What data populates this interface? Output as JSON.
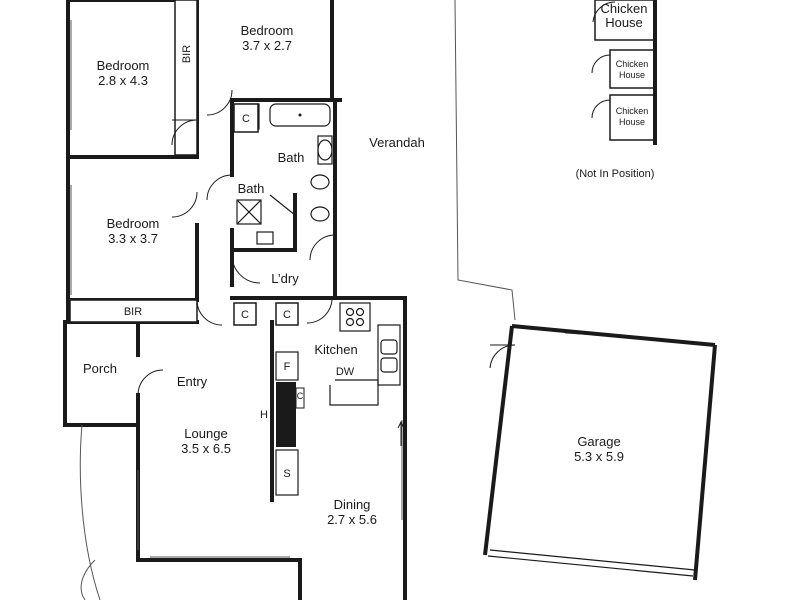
{
  "rooms": {
    "bedroom1": {
      "name": "Bedroom",
      "dims": "2.8 x 4.3"
    },
    "bedroom2": {
      "name": "Bedroom",
      "dims": "3.7 x 2.7"
    },
    "bedroom3": {
      "name": "Bedroom",
      "dims": "3.3 x 3.7"
    },
    "bath_main": {
      "name": "Bath"
    },
    "bath_small": {
      "name": "Bath"
    },
    "laundry": {
      "name": "L’dry"
    },
    "verandah": {
      "name": "Verandah"
    },
    "kitchen": {
      "name": "Kitchen"
    },
    "porch": {
      "name": "Porch"
    },
    "entry": {
      "name": "Entry"
    },
    "lounge": {
      "name": "Lounge",
      "dims": "3.5 x 6.5"
    },
    "dining": {
      "name": "Dining",
      "dims": "2.7 x 5.6"
    },
    "garage": {
      "name": "Garage",
      "dims": "5.3 x 5.9"
    }
  },
  "fixtures": {
    "bir": "BIR",
    "cupboard": "C",
    "fridge": "F",
    "dishwasher": "DW",
    "heater": "H",
    "small_c": "C",
    "storage": "S"
  },
  "chicken_houses": {
    "large": [
      "Chicken",
      "House"
    ],
    "small": [
      "Chicken",
      "House"
    ],
    "note": "(Not In Position)"
  }
}
